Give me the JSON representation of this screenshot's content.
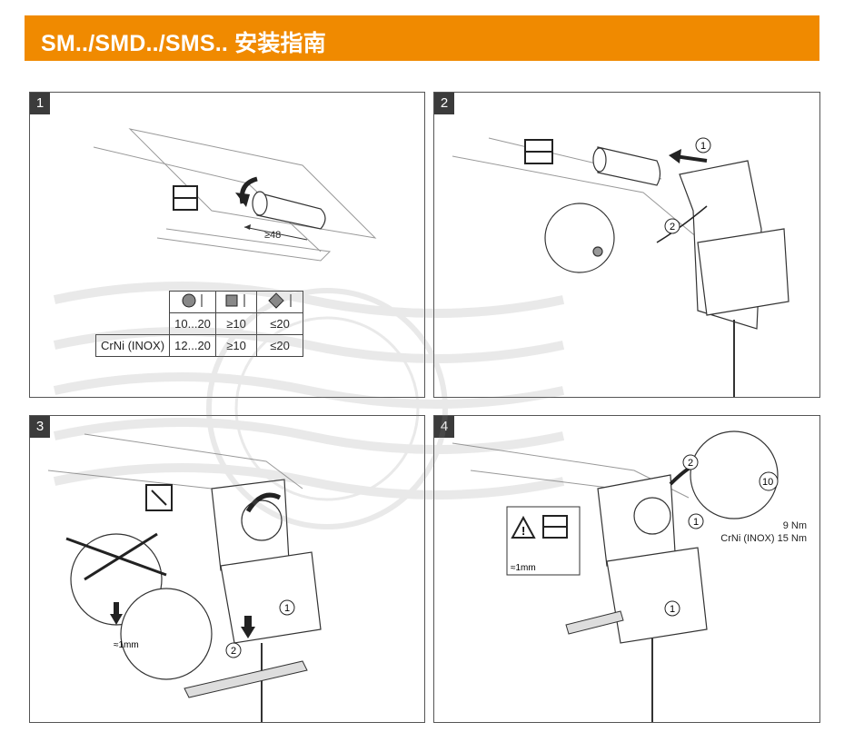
{
  "header": {
    "title": "SM../SMD../SMS.. 安装指南",
    "bg_color": "#F08A00"
  },
  "panels": [
    {
      "number": "1"
    },
    {
      "number": "2"
    },
    {
      "number": "3"
    },
    {
      "number": "4"
    }
  ],
  "panel1": {
    "shaft_length": "≥48",
    "table": {
      "icons": [
        "round-shaft-icon",
        "square-shaft-icon",
        "diamond-shaft-icon"
      ],
      "rows": [
        {
          "label": "",
          "values": [
            "10...20",
            "≥10",
            "≤20"
          ]
        },
        {
          "label": "CrNi (INOX)",
          "values": [
            "12...20",
            "≥10",
            "≤20"
          ]
        }
      ]
    }
  },
  "panel2": {
    "steps": [
      "1",
      "2"
    ]
  },
  "panel3": {
    "steps": [
      "1",
      "2"
    ],
    "gap": "≈1mm"
  },
  "panel4": {
    "steps": [
      "1",
      "2",
      "1"
    ],
    "gap": "≈1mm",
    "wrench_size": "10",
    "torque_line1": "9 Nm",
    "torque_line2": "CrNi (INOX) 15 Nm"
  }
}
